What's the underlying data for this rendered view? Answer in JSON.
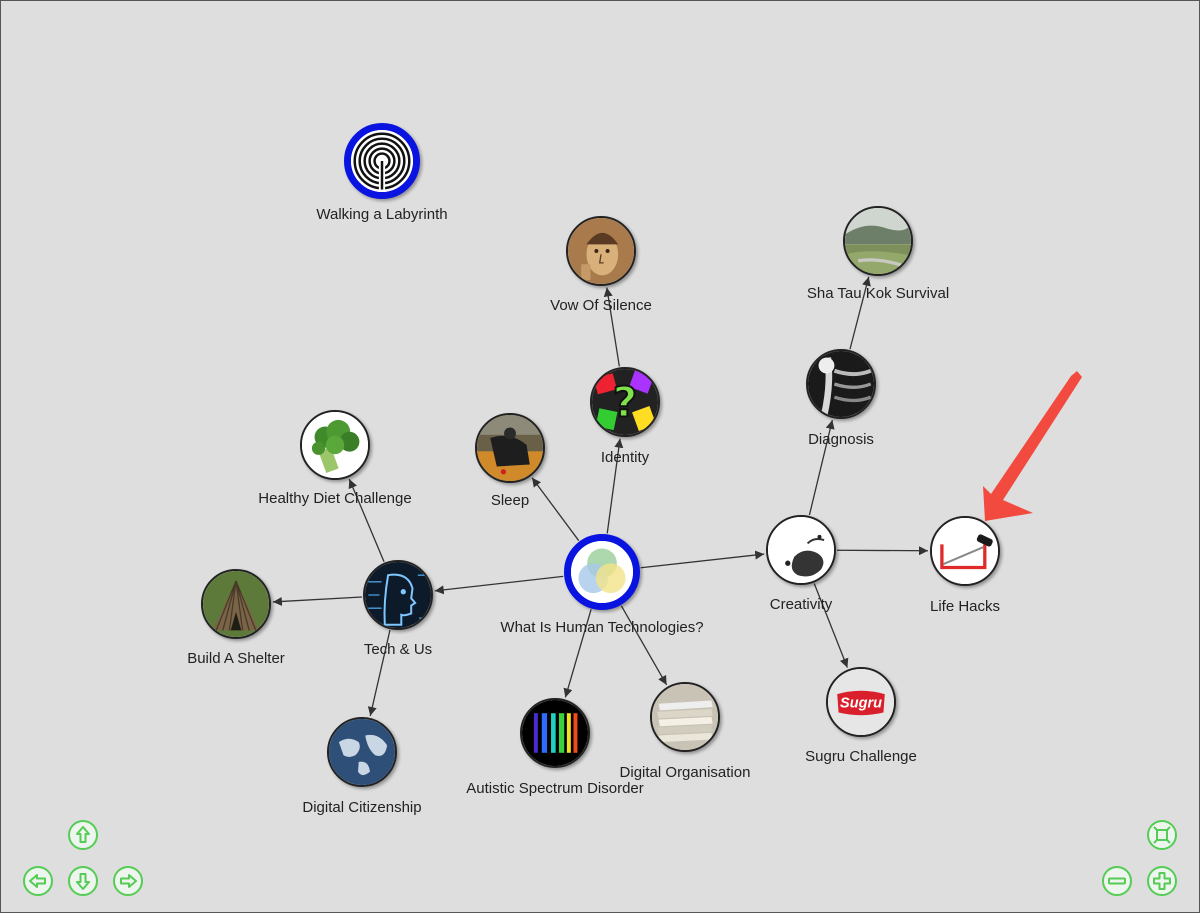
{
  "map": {
    "nodes": [
      {
        "id": "labyrinth",
        "label": "Walking a Labyrinth",
        "icon": "labyrinth-icon",
        "style": "blue"
      },
      {
        "id": "vow",
        "label": "Vow Of Silence",
        "icon": "icon-painting-icon",
        "style": "normal"
      },
      {
        "id": "sha",
        "label": "Sha Tau Kok Survival",
        "icon": "mangrove-photo-icon",
        "style": "normal"
      },
      {
        "id": "identity",
        "label": "Identity",
        "icon": "question-marks-icon",
        "style": "normal"
      },
      {
        "id": "diagnosis",
        "label": "Diagnosis",
        "icon": "xray-icon",
        "style": "normal"
      },
      {
        "id": "sleep",
        "label": "Sleep",
        "icon": "sleeping-person-icon",
        "style": "normal"
      },
      {
        "id": "healthy",
        "label": "Healthy Diet Challenge",
        "icon": "broccoli-icon",
        "style": "normal"
      },
      {
        "id": "center",
        "label": "What Is Human Technologies?",
        "icon": "venn-diagram-icon",
        "style": "blue"
      },
      {
        "id": "creativity",
        "label": "Creativity",
        "icon": "ink-splash-icon",
        "style": "normal"
      },
      {
        "id": "lifehacks",
        "label": "Life Hacks",
        "icon": "hacksaw-icon",
        "style": "normal"
      },
      {
        "id": "shelter",
        "label": "Build A Shelter",
        "icon": "stick-shelter-icon",
        "style": "normal"
      },
      {
        "id": "tech",
        "label": "Tech & Us",
        "icon": "cyber-head-icon",
        "style": "normal"
      },
      {
        "id": "sugru",
        "label": "Sugru Challenge",
        "icon": "sugru-logo-icon",
        "style": "normal",
        "logo_text": "Sugru"
      },
      {
        "id": "autistic",
        "label": "Autistic Spectrum Disorder",
        "icon": "spectrum-icon",
        "style": "normal"
      },
      {
        "id": "digorg",
        "label": "Digital Organisation",
        "icon": "paper-stack-icon",
        "style": "normal"
      },
      {
        "id": "citizenship",
        "label": "Digital Citizenship",
        "icon": "globe-icon",
        "style": "normal"
      }
    ],
    "edges": [
      {
        "from": "center",
        "to": "identity"
      },
      {
        "from": "identity",
        "to": "vow"
      },
      {
        "from": "center",
        "to": "sleep"
      },
      {
        "from": "center",
        "to": "tech"
      },
      {
        "from": "tech",
        "to": "healthy"
      },
      {
        "from": "tech",
        "to": "shelter"
      },
      {
        "from": "tech",
        "to": "citizenship"
      },
      {
        "from": "center",
        "to": "autistic"
      },
      {
        "from": "center",
        "to": "digorg"
      },
      {
        "from": "center",
        "to": "creativity"
      },
      {
        "from": "creativity",
        "to": "lifehacks"
      },
      {
        "from": "creativity",
        "to": "diagnosis"
      },
      {
        "from": "diagnosis",
        "to": "sha"
      },
      {
        "from": "creativity",
        "to": "sugru"
      }
    ]
  },
  "controls": {
    "pan": [
      "arrow-up-icon",
      "arrow-left-icon",
      "arrow-down-icon",
      "arrow-right-icon"
    ],
    "zoom": [
      "fit-screen-icon",
      "zoom-out-icon",
      "zoom-in-icon"
    ]
  },
  "colors": {
    "background": "#dedede",
    "node_border": "#222222",
    "highlight_border": "#0a14e0",
    "control_green": "#55cc55",
    "edge": "#333333",
    "annotation_arrow": "#f24a3f"
  }
}
